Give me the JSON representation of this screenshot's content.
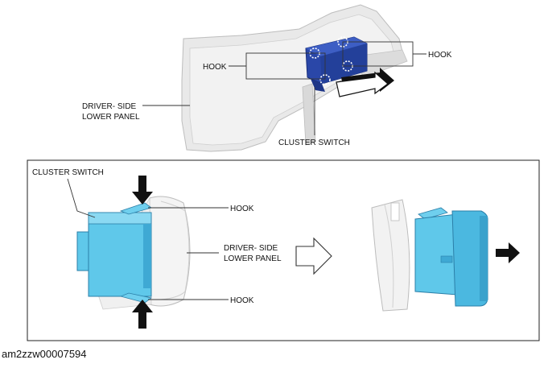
{
  "top": {
    "hook_left": "HOOK",
    "hook_right": "HOOK",
    "panel_line1": "DRIVER- SIDE",
    "panel_line2": "LOWER PANEL",
    "cluster": "CLUSTER SWITCH"
  },
  "bottom": {
    "cluster": "CLUSTER SWITCH",
    "hook_top": "HOOK",
    "hook_bottom": "HOOK",
    "panel_line1": "DRIVER- SIDE",
    "panel_line2": "LOWER PANEL"
  },
  "colors": {
    "switch_top": "#2a47a8",
    "switch_bottom": "#5fc8ea",
    "panel": "#e9e9e9"
  },
  "image_code": "am2zzw00007594"
}
